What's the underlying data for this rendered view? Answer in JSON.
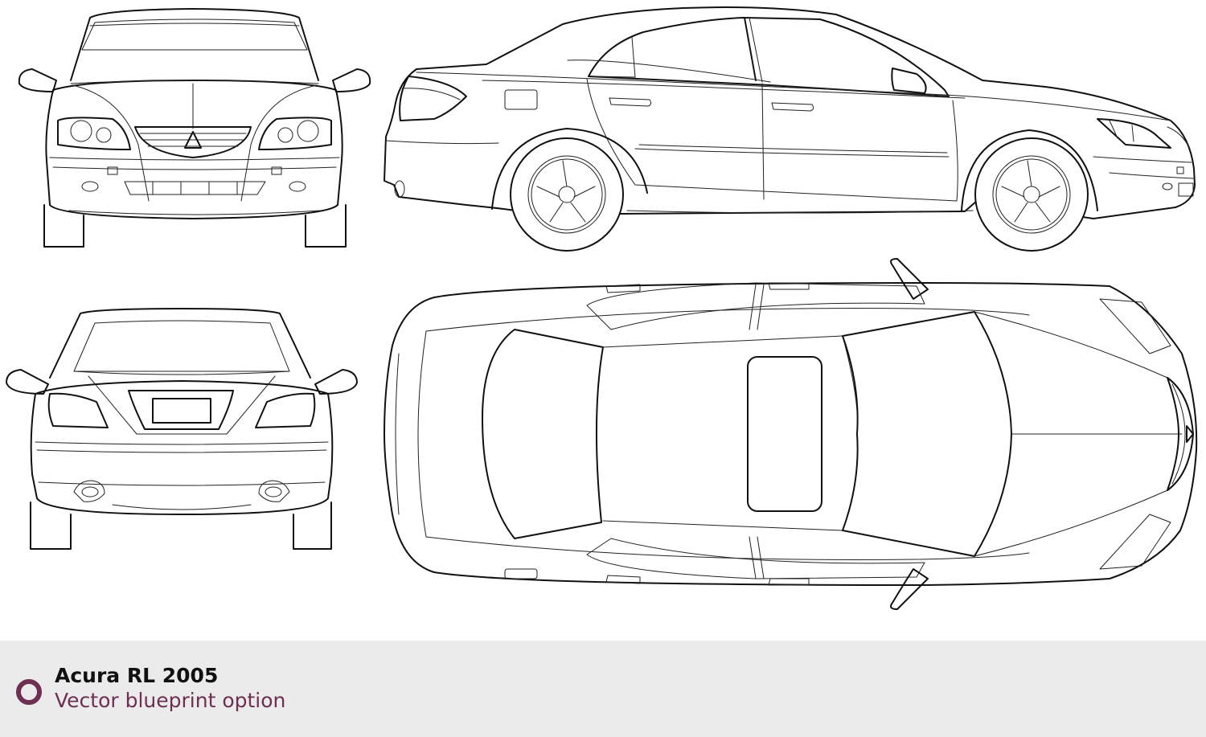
{
  "caption": {
    "title": "Acura RL 2005",
    "subtitle": "Vector blueprint option",
    "accent_color": "#6e2f52",
    "background_color": "#ebebeb"
  },
  "views": [
    {
      "name": "front-view"
    },
    {
      "name": "side-view"
    },
    {
      "name": "rear-view"
    },
    {
      "name": "top-view"
    }
  ]
}
